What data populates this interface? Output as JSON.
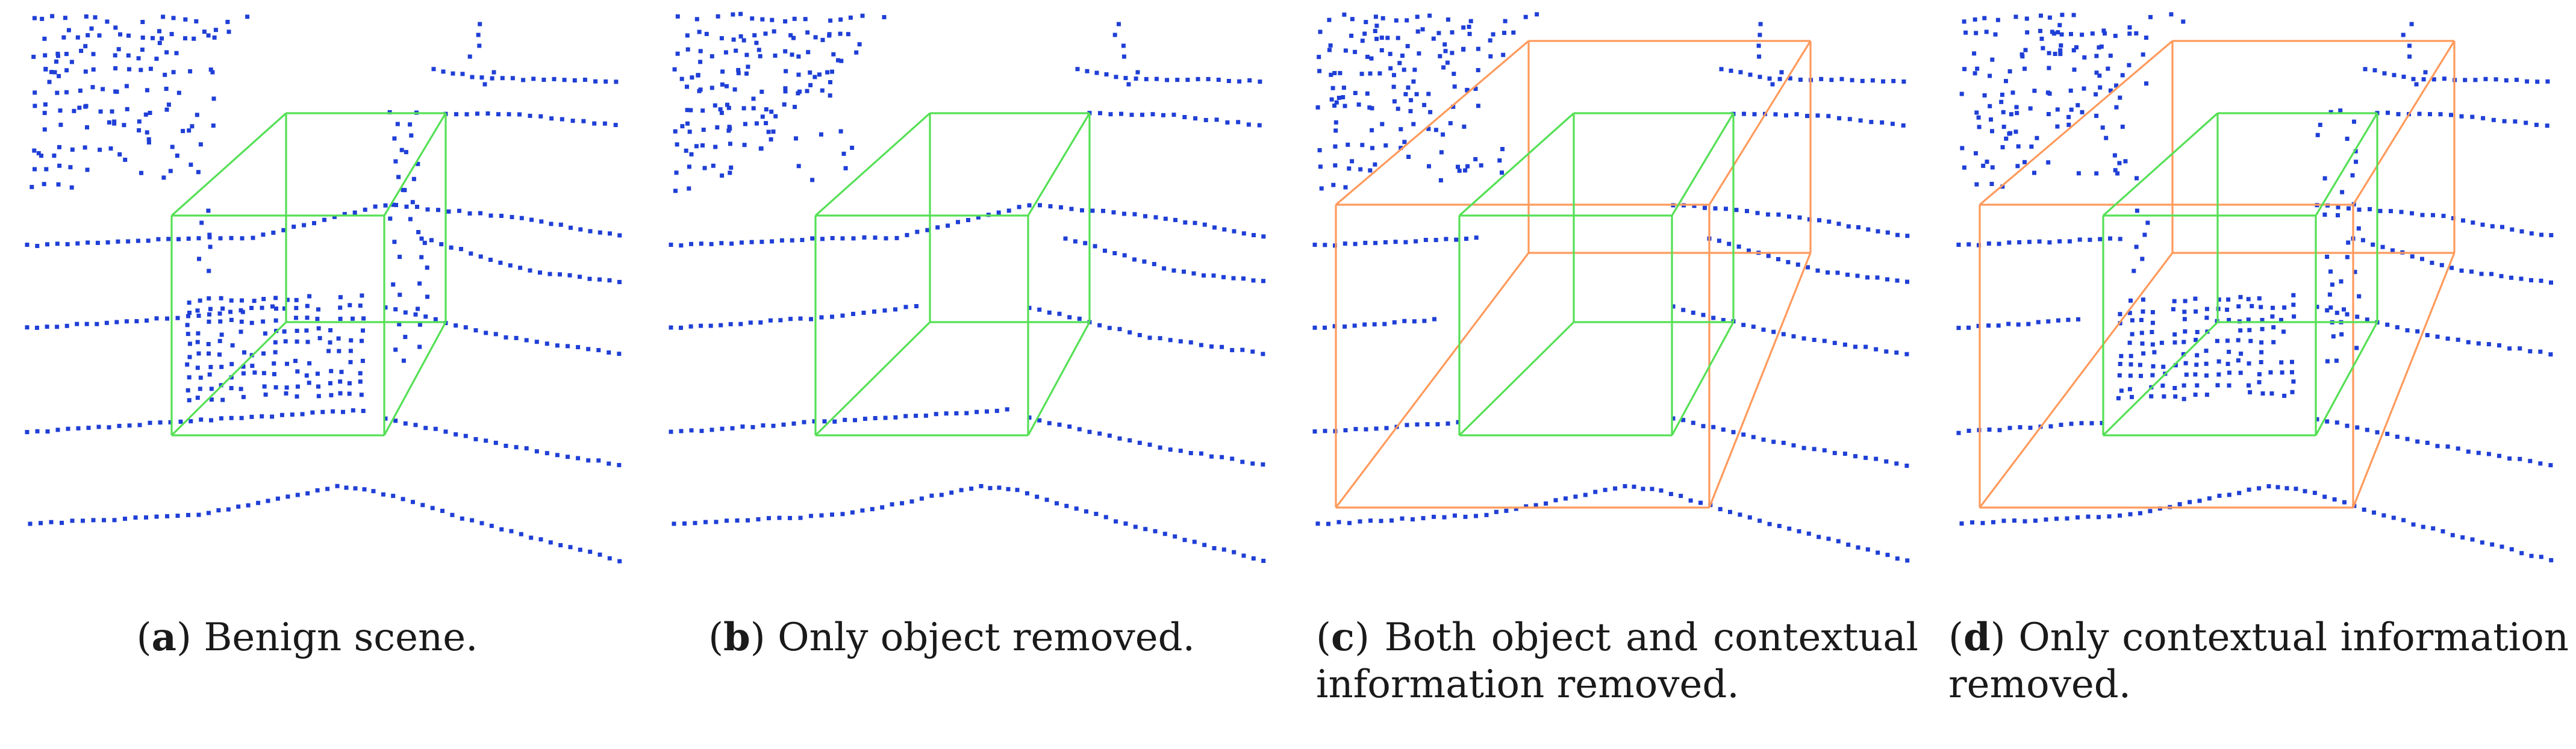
{
  "panels": [
    {
      "letter": "a",
      "caption": "Benign scene.",
      "show_object_points": true,
      "show_green_box": true,
      "show_orange_box": false,
      "show_context_points": true
    },
    {
      "letter": "b",
      "caption": "Only object removed.",
      "show_object_points": false,
      "show_green_box": true,
      "show_orange_box": false,
      "show_context_points": true
    },
    {
      "letter": "c",
      "caption": "Both object and contextual information removed.",
      "show_object_points": false,
      "show_green_box": true,
      "show_orange_box": true,
      "show_context_points": false
    },
    {
      "letter": "d",
      "caption": "Only contextual information removed.",
      "show_object_points": true,
      "show_green_box": true,
      "show_orange_box": true,
      "show_context_points": false
    }
  ],
  "colors": {
    "point": "#1f3fd6",
    "object_box": "#55e055",
    "context_box": "#ff9a5c",
    "caption_text": "#1a1a1a"
  }
}
